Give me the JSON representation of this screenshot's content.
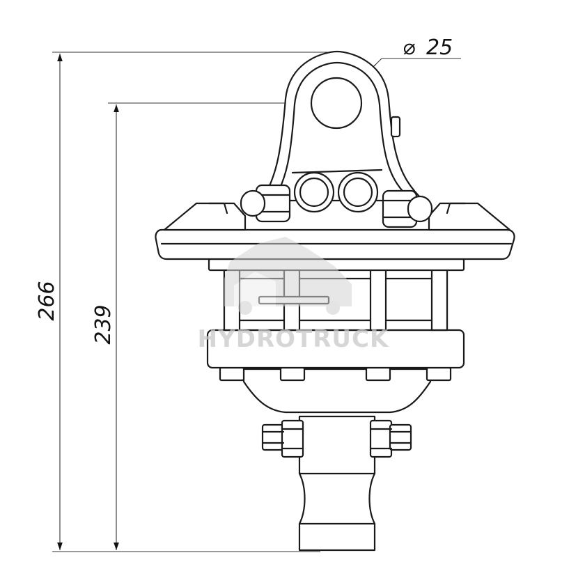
{
  "dimensions": {
    "bore_diameter": {
      "symbol": "⌀",
      "value": "25"
    },
    "overall_height": "266",
    "pin_center_height": "239"
  },
  "watermark": {
    "brand": "HYDROTRUCK"
  },
  "colors": {
    "line": "#1a1a1a",
    "background": "#ffffff",
    "watermark": "#c9c9c9"
  }
}
